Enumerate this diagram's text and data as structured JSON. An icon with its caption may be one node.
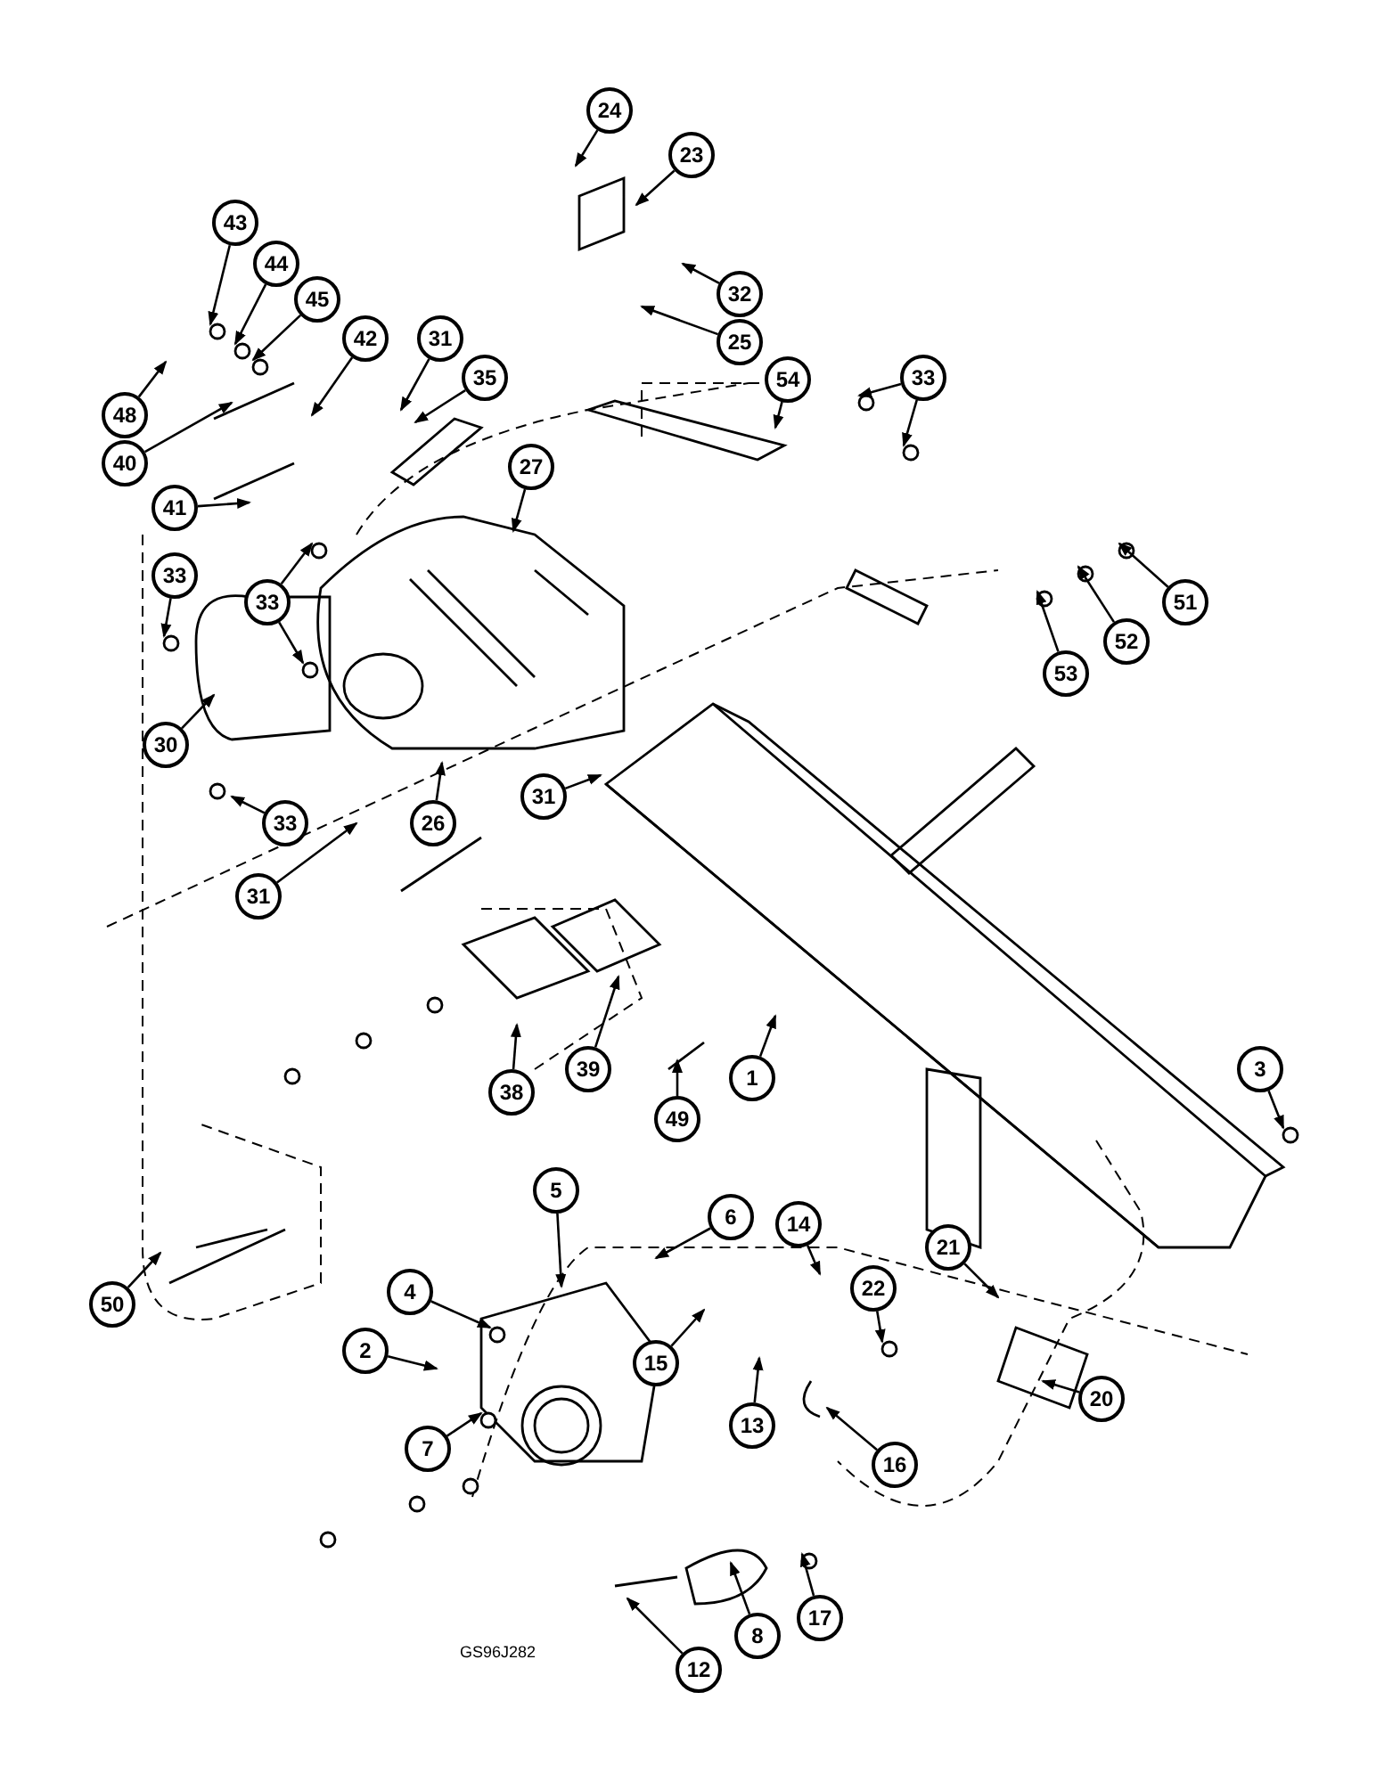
{
  "diagram": {
    "nodes": [
      {
        "text": [
          "24"
        ]
      },
      {
        "text": [
          "23"
        ]
      },
      {
        "text": [
          "43"
        ]
      },
      {
        "text": [
          "44"
        ]
      },
      {
        "text": [
          "32"
        ]
      },
      {
        "text": [
          "45"
        ]
      },
      {
        "text": [
          "42"
        ]
      },
      {
        "text": [
          "31"
        ]
      },
      {
        "text": [
          "25"
        ]
      },
      {
        "text": [
          "35"
        ]
      },
      {
        "text": [
          "54"
        ]
      },
      {
        "text": [
          "33"
        ]
      },
      {
        "text": [
          "48"
        ]
      },
      {
        "text": [
          "40"
        ]
      },
      {
        "text": [
          "27"
        ]
      },
      {
        "text": [
          "41"
        ]
      },
      {
        "text": [
          "33"
        ]
      },
      {
        "text": [
          "33"
        ]
      },
      {
        "text": [
          "51"
        ]
      },
      {
        "text": [
          "52"
        ]
      },
      {
        "text": [
          "53"
        ]
      },
      {
        "text": [
          "30"
        ]
      },
      {
        "text": [
          "31"
        ]
      },
      {
        "text": [
          "33"
        ]
      },
      {
        "text": [
          "26"
        ]
      },
      {
        "text": [
          "31"
        ]
      },
      {
        "text": [
          "39"
        ]
      },
      {
        "text": [
          "3"
        ]
      },
      {
        "text": [
          "1"
        ]
      },
      {
        "text": [
          "38"
        ]
      },
      {
        "text": [
          "49"
        ]
      },
      {
        "text": [
          "5"
        ]
      },
      {
        "text": [
          "6"
        ]
      },
      {
        "text": [
          "14"
        ]
      },
      {
        "text": [
          "21"
        ]
      },
      {
        "text": [
          "22"
        ]
      },
      {
        "text": [
          "4"
        ]
      },
      {
        "text": [
          "50"
        ]
      },
      {
        "text": [
          "15"
        ]
      },
      {
        "text": [
          "2"
        ]
      },
      {
        "text": [
          "13"
        ]
      },
      {
        "text": [
          "20"
        ]
      },
      {
        "text": [
          "7"
        ]
      },
      {
        "text": [
          "16"
        ]
      },
      {
        "text": [
          "8"
        ]
      },
      {
        "text": [
          "17"
        ]
      },
      {
        "text": [
          "12"
        ]
      }
    ],
    "edges": [
      {
        "from": 0,
        "to": null,
        "arrow": "to"
      },
      {
        "from": 1,
        "to": null,
        "arrow": "to"
      },
      {
        "from": 2,
        "to": null,
        "arrow": "to"
      },
      {
        "from": 3,
        "to": null,
        "arrow": "to"
      },
      {
        "from": 4,
        "to": null,
        "arrow": "to"
      },
      {
        "from": 5,
        "to": null,
        "arrow": "to"
      },
      {
        "from": 6,
        "to": null,
        "arrow": "to"
      },
      {
        "from": 7,
        "to": null,
        "arrow": "to"
      },
      {
        "from": 8,
        "to": null,
        "arrow": "to"
      },
      {
        "from": 9,
        "to": null,
        "arrow": "to"
      },
      {
        "from": 10,
        "to": null,
        "arrow": "to"
      },
      {
        "from": 11,
        "to": null,
        "arrow": "to"
      },
      {
        "from": 11,
        "to": null,
        "arrow": "to"
      },
      {
        "from": 12,
        "to": null,
        "arrow": "to"
      },
      {
        "from": 13,
        "to": null,
        "arrow": "to"
      },
      {
        "from": 14,
        "to": null,
        "arrow": "to"
      },
      {
        "from": 15,
        "to": null,
        "arrow": "to"
      },
      {
        "from": 16,
        "to": null,
        "arrow": "to"
      },
      {
        "from": 17,
        "to": null,
        "arrow": "to"
      },
      {
        "from": 17,
        "to": null,
        "arrow": "to"
      },
      {
        "from": 18,
        "to": null,
        "arrow": "to"
      },
      {
        "from": 19,
        "to": null,
        "arrow": "to"
      },
      {
        "from": 20,
        "to": null,
        "arrow": "to"
      },
      {
        "from": 21,
        "to": null,
        "arrow": "to"
      },
      {
        "from": 22,
        "to": null,
        "arrow": "to"
      },
      {
        "from": 23,
        "to": null,
        "arrow": "to"
      },
      {
        "from": 24,
        "to": null,
        "arrow": "to"
      },
      {
        "from": 25,
        "to": null,
        "arrow": "to"
      },
      {
        "from": 26,
        "to": null,
        "arrow": "to"
      },
      {
        "from": 27,
        "to": null,
        "arrow": "to"
      },
      {
        "from": 28,
        "to": null,
        "arrow": "to"
      },
      {
        "from": 29,
        "to": null,
        "arrow": "to"
      },
      {
        "from": 30,
        "to": null,
        "arrow": "to"
      },
      {
        "from": 31,
        "to": null,
        "arrow": "to"
      },
      {
        "from": 32,
        "to": null,
        "arrow": "to"
      },
      {
        "from": 33,
        "to": null,
        "arrow": "to"
      },
      {
        "from": 34,
        "to": null,
        "arrow": "to"
      },
      {
        "from": 35,
        "to": null,
        "arrow": "to"
      },
      {
        "from": 36,
        "to": null,
        "arrow": "to"
      },
      {
        "from": 37,
        "to": null,
        "arrow": "to"
      },
      {
        "from": 38,
        "to": null,
        "arrow": "to"
      },
      {
        "from": 39,
        "to": null,
        "arrow": "to"
      },
      {
        "from": 40,
        "to": null,
        "arrow": "to"
      },
      {
        "from": 41,
        "to": null,
        "arrow": "to"
      },
      {
        "from": 42,
        "to": null,
        "arrow": "to"
      },
      {
        "from": 43,
        "to": null,
        "arrow": "to"
      },
      {
        "from": 44,
        "to": null,
        "arrow": "to"
      },
      {
        "from": 45,
        "to": null,
        "arrow": "to"
      },
      {
        "from": 46,
        "to": null,
        "arrow": "to"
      }
    ],
    "labels": [
      "GS96J282"
    ]
  }
}
